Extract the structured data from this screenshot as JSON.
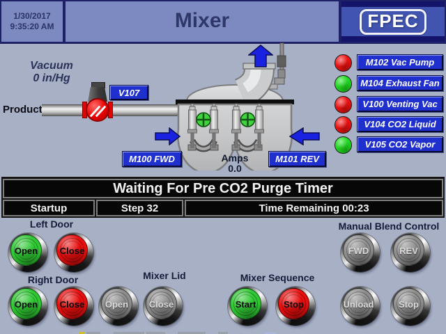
{
  "header": {
    "date": "1/30/2017",
    "time": "9:35:20 AM",
    "title": "Mixer",
    "logo_text": "FPEC"
  },
  "process": {
    "vacuum_label": "Vacuum",
    "vacuum_value": "0 in/Hg",
    "product_label": "Product",
    "valve_v107": "V107",
    "motor_fwd": "M100 FWD",
    "motor_rev": "M101 REV",
    "amps_label": "Amps",
    "amps_value": "0.0"
  },
  "indicators": [
    {
      "label": "M102 Vac Pump",
      "color": "#ee1010"
    },
    {
      "label": "M104 Exhaust Fan",
      "color": "#1edb1e"
    },
    {
      "label": "V100 Venting Vac",
      "color": "#ee1010"
    },
    {
      "label": "V104 CO2 Liquid",
      "color": "#ee1010"
    },
    {
      "label": "V105 CO2 Vapor",
      "color": "#1edb1e"
    }
  ],
  "status": {
    "message": "Waiting For Pre CO2 Purge Timer",
    "mode": "Startup",
    "step": "Step 32",
    "time_remaining": "Time Remaining 00:23"
  },
  "controls": {
    "left_door": {
      "label": "Left Door",
      "open": {
        "text": "Open",
        "color": "#2fc933"
      },
      "close": {
        "text": "Close",
        "color": "#ea0e0e"
      }
    },
    "right_door": {
      "label": "Right Door",
      "open": {
        "text": "Open",
        "color": "#2fc933"
      },
      "close": {
        "text": "Close",
        "color": "#ea0e0e"
      }
    },
    "mixer_lid": {
      "label": "Mixer Lid",
      "open": {
        "text": "Open",
        "color": "#8e8e8e"
      },
      "close": {
        "text": "Close",
        "color": "#8e8e8e"
      }
    },
    "mixer_sequence": {
      "label": "Mixer Sequence",
      "start": {
        "text": "Start",
        "color": "#2fc933"
      },
      "stop": {
        "text": "Stop",
        "color": "#ea0e0e"
      }
    },
    "manual_blend": {
      "label": "Manual Blend Control",
      "fwd": {
        "text": "FWD",
        "color": "#8e8e8e"
      },
      "rev": {
        "text": "REV",
        "color": "#8e8e8e"
      }
    },
    "unload": {
      "text": "Unload",
      "color": "#8e8e8e"
    },
    "stop": {
      "text": "Stop",
      "color": "#8e8e8e"
    }
  },
  "colors": {
    "header_bg": "#7c8ac1",
    "main_bg": "#a8b0c6",
    "hmi_button_blue": "#2030cf",
    "arrow_blue": "#1822e0",
    "status_bar_bg": "#070707",
    "lamp_red": "#ee1010",
    "lamp_green": "#1edb1e"
  }
}
